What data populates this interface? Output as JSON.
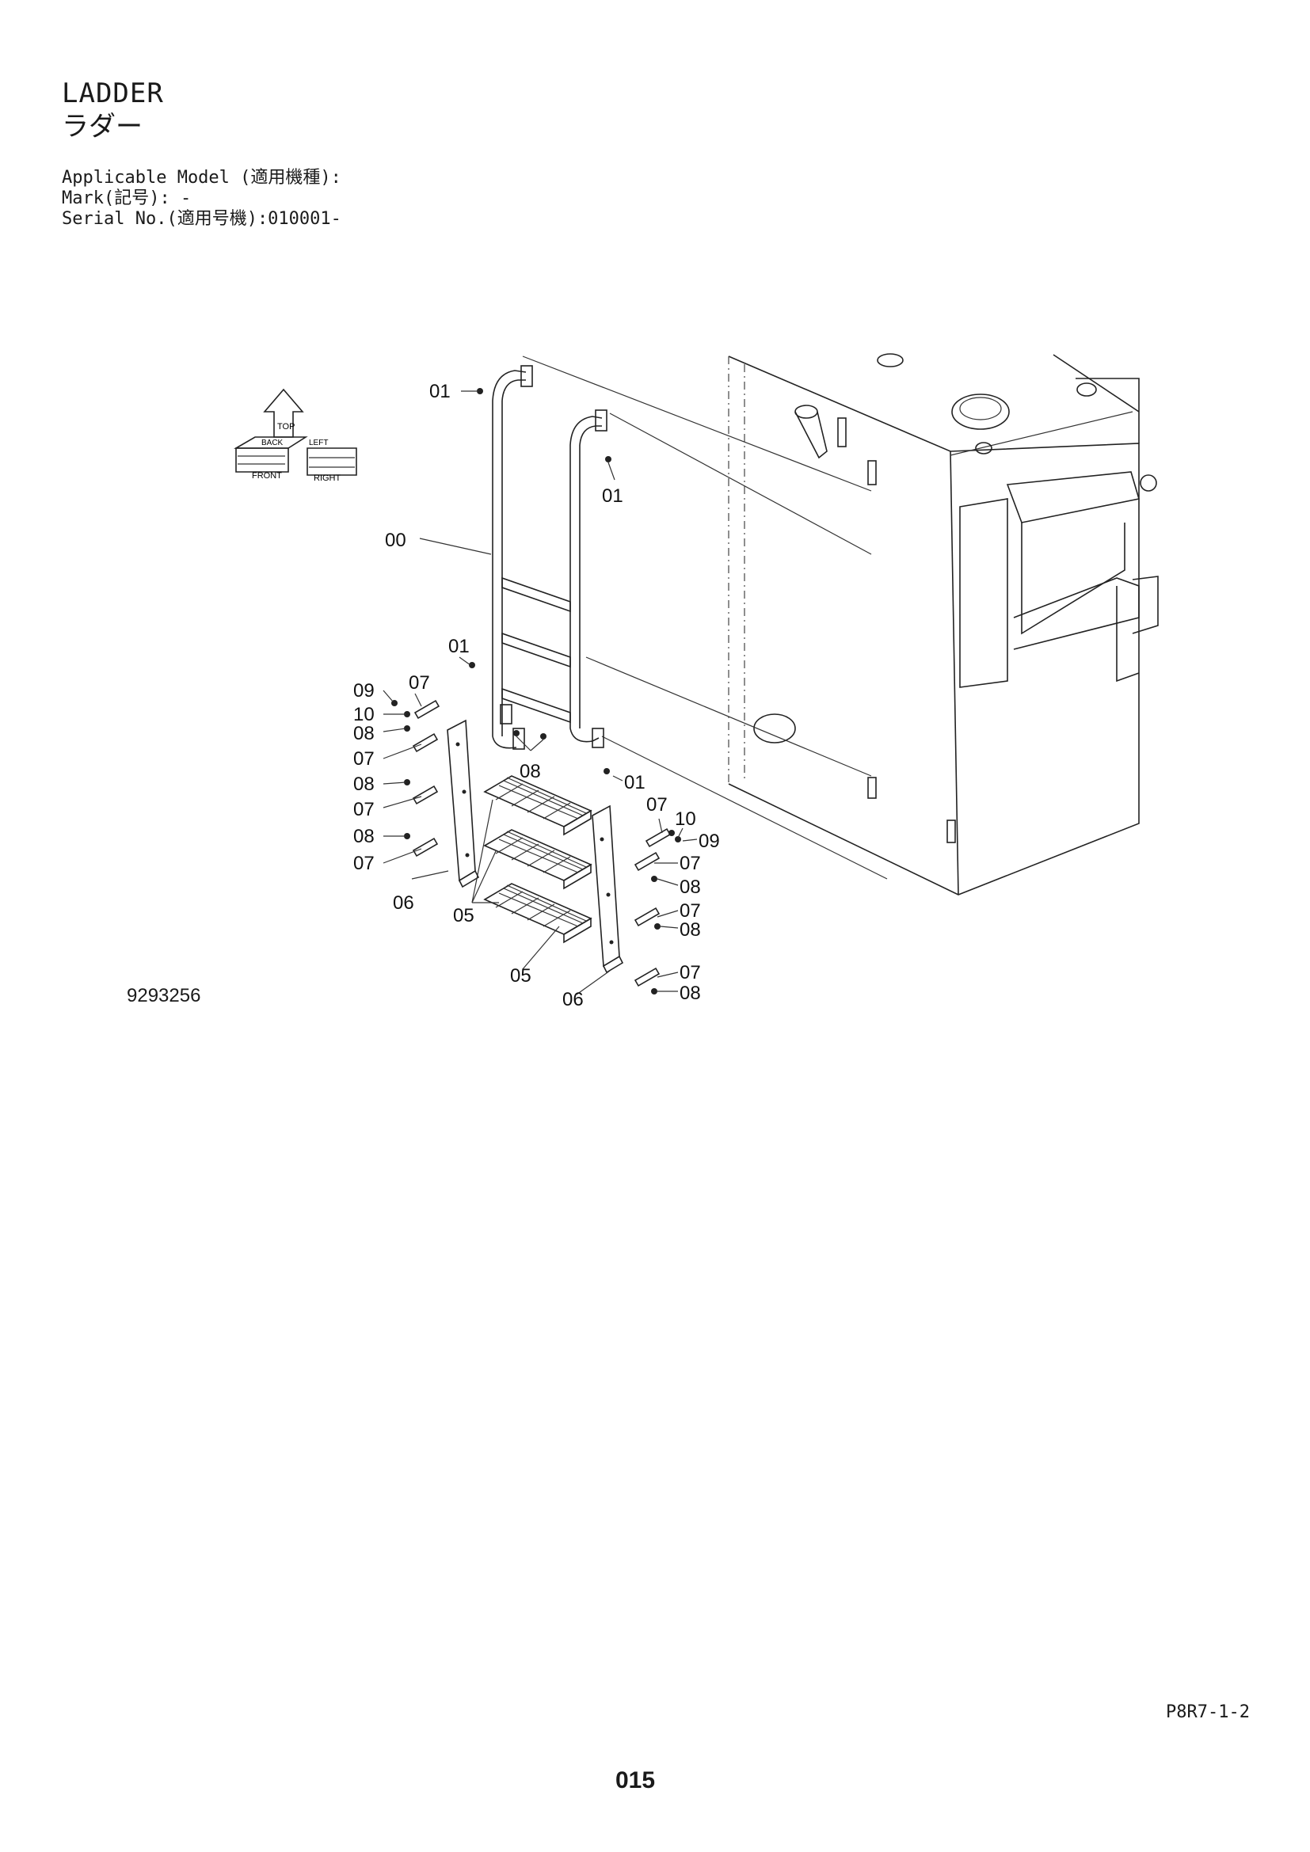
{
  "header": {
    "title": "LADDER",
    "title_jp": "ラダー",
    "applicable_model": "Applicable Model (適用機種):",
    "mark": "Mark(記号): -",
    "serial_no": "Serial No.(適用号機):010001-"
  },
  "figure": {
    "figure_id": "9293256",
    "direction_indicator": {
      "labels": [
        "FRONT",
        "RIGHT",
        "TOP",
        "BACK",
        "LEFT"
      ]
    },
    "callouts": [
      {
        "id": "c01a",
        "label": "01"
      },
      {
        "id": "c01b",
        "label": "01"
      },
      {
        "id": "c00",
        "label": "00"
      },
      {
        "id": "c01c",
        "label": "01"
      },
      {
        "id": "c09a",
        "label": "09"
      },
      {
        "id": "c07a",
        "label": "07"
      },
      {
        "id": "c10a",
        "label": "10"
      },
      {
        "id": "c08a",
        "label": "08"
      },
      {
        "id": "c07b",
        "label": "07"
      },
      {
        "id": "c08b",
        "label": "08"
      },
      {
        "id": "c08c",
        "label": "08"
      },
      {
        "id": "c07c",
        "label": "07"
      },
      {
        "id": "c08d",
        "label": "08"
      },
      {
        "id": "c07d",
        "label": "07"
      },
      {
        "id": "c06a",
        "label": "06"
      },
      {
        "id": "c05a",
        "label": "05"
      },
      {
        "id": "c01d",
        "label": "01"
      },
      {
        "id": "c07e",
        "label": "07"
      },
      {
        "id": "c10b",
        "label": "10"
      },
      {
        "id": "c09b",
        "label": "09"
      },
      {
        "id": "c07f",
        "label": "07"
      },
      {
        "id": "c08e",
        "label": "08"
      },
      {
        "id": "c07g",
        "label": "07"
      },
      {
        "id": "c08f",
        "label": "08"
      },
      {
        "id": "c05b",
        "label": "05"
      },
      {
        "id": "c07h",
        "label": "07"
      },
      {
        "id": "c08g",
        "label": "08"
      },
      {
        "id": "c06b",
        "label": "06"
      }
    ]
  },
  "footer": {
    "page_code": "P8R7-1-2",
    "page_number": "015"
  }
}
